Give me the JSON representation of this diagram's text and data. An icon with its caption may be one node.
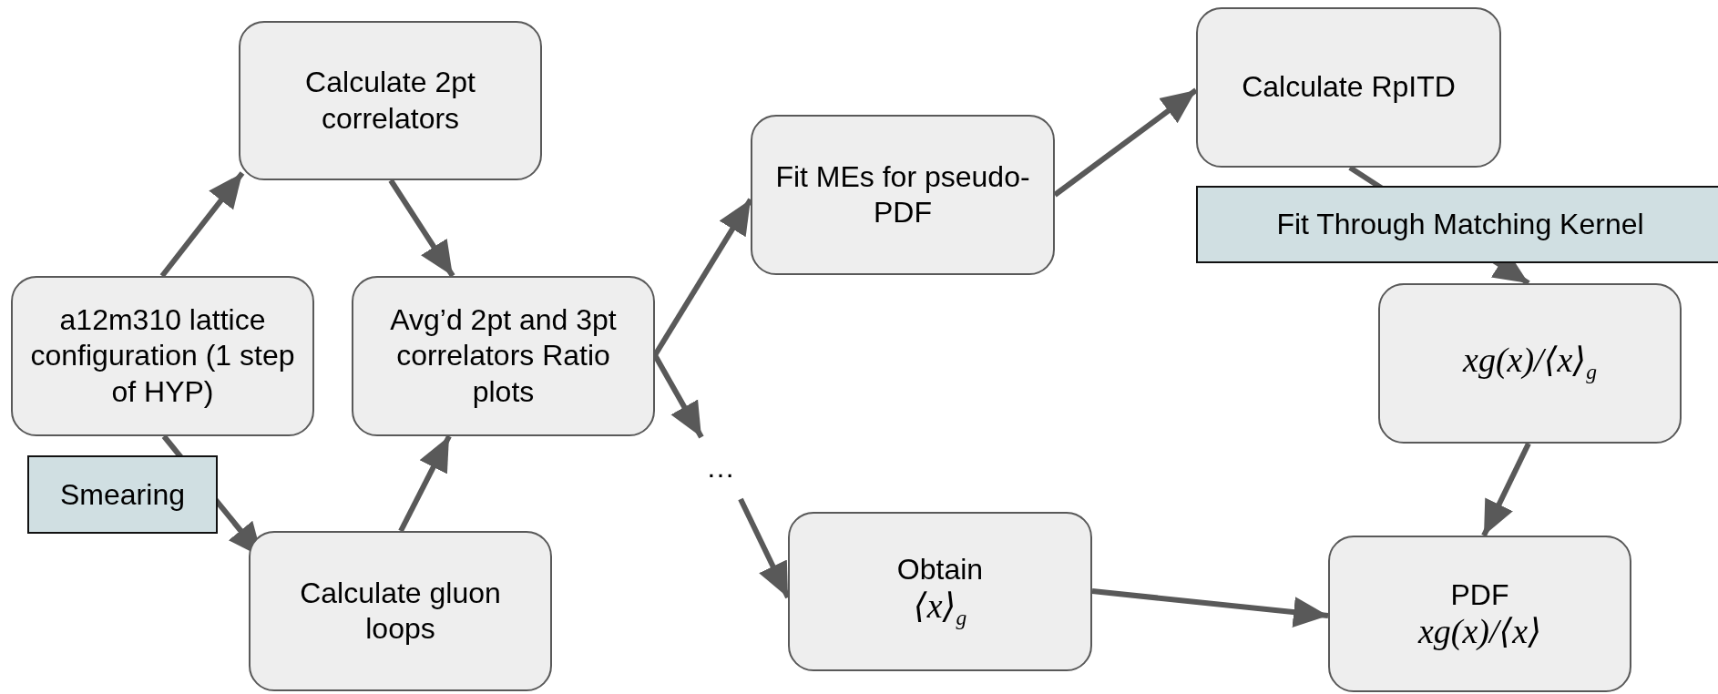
{
  "diagram": {
    "nodes": [
      {
        "text": [
          "a12m310 lattice configuration (1 step of HYP)"
        ]
      },
      {
        "text": [
          "Calculate 2pt correlators"
        ]
      },
      {
        "text": [
          "Avg’d 2pt and 3pt correlators Ratio plots"
        ]
      },
      {
        "text": [
          "Calculate gluon loops"
        ]
      },
      {
        "text": [
          "Fit MEs for pseudo-PDF"
        ]
      },
      {
        "text": [
          "…"
        ]
      },
      {
        "text": [
          "Obtain",
          "⟨x⟩$_{g}$"
        ]
      },
      {
        "text": [
          "Calculate RpITD"
        ]
      },
      {
        "text": [
          "xg(x)/⟨x⟩$_{g}$"
        ]
      },
      {
        "text": [
          "PDF",
          "xg(x)/⟨x⟩"
        ]
      }
    ],
    "edges": [
      {
        "from": 0,
        "to": 1,
        "arrow": "to"
      },
      {
        "from": 1,
        "to": 2,
        "arrow": "to"
      },
      {
        "from": 0,
        "to": 3,
        "arrow": "to",
        "label": "Smearing"
      },
      {
        "from": 3,
        "to": 2,
        "arrow": "to"
      },
      {
        "from": 2,
        "to": 4,
        "arrow": "to"
      },
      {
        "from": 2,
        "to": 5,
        "arrow": "to"
      },
      {
        "from": 5,
        "to": 6,
        "arrow": "to"
      },
      {
        "from": 4,
        "to": 7,
        "arrow": "to"
      },
      {
        "from": 7,
        "to": 8,
        "arrow": "to",
        "label": "Fit Through Matching Kernel"
      },
      {
        "from": 8,
        "to": 9,
        "arrow": "to"
      },
      {
        "from": 6,
        "to": 9,
        "arrow": "to"
      }
    ]
  }
}
